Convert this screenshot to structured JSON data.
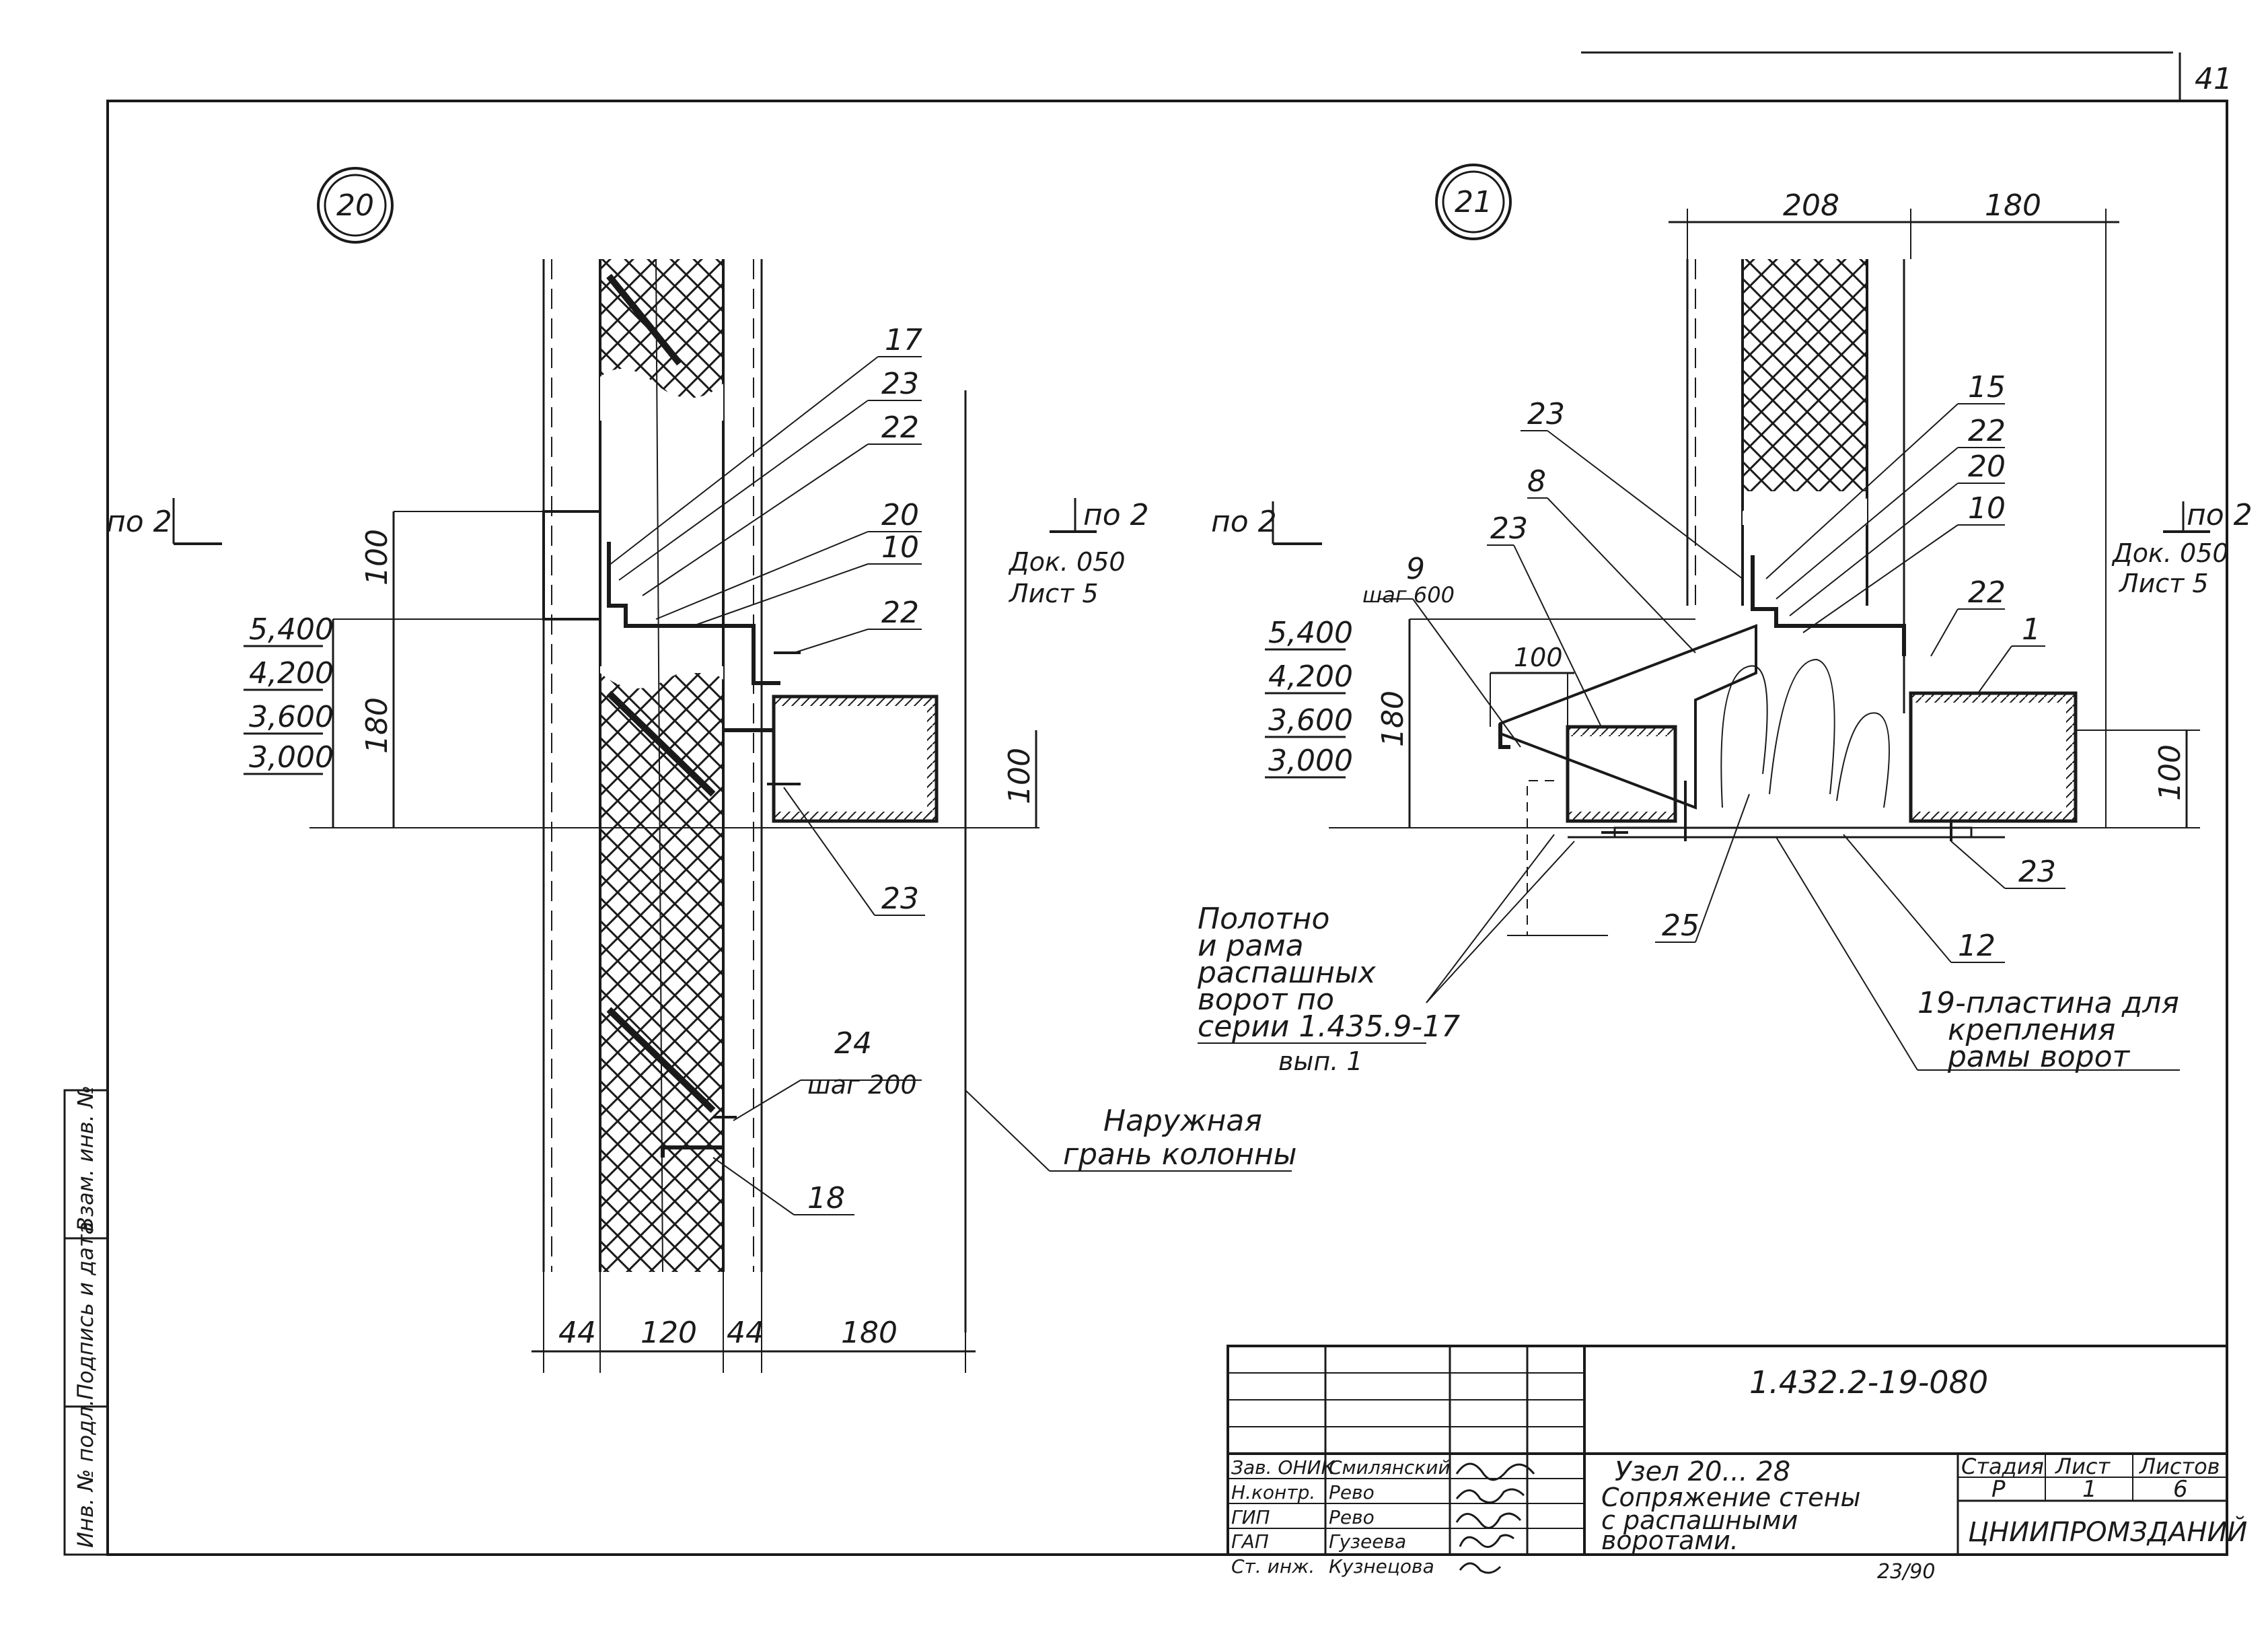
{
  "sheet": {
    "page_number": "41",
    "designation": "1.432.2-19-080",
    "title_lines": [
      "Узел 20... 28",
      "Сопряжение стены",
      "с распашными",
      "воротами."
    ],
    "stage_header": "Стадия",
    "sheet_header": "Лист",
    "sheets_header": "Листов",
    "stage": "Р",
    "sheet_no": "1",
    "sheets_total": "6",
    "organization": "ЦНИИПРОМЗДАНИЙ",
    "stamp_bottom": "23/90",
    "side_stamp": [
      "Инв. № подл.",
      "Подпись и дата",
      "Взам. инв. №"
    ]
  },
  "signatures": [
    {
      "role": "Зав. ОНИК",
      "name": "Смилянский"
    },
    {
      "role": "Н.контр.",
      "name": "Рево"
    },
    {
      "role": "ГИП",
      "name": "Рево"
    },
    {
      "role": "ГАП",
      "name": "Гузеева"
    },
    {
      "role": "Ст. инж.",
      "name": "Кузнецова"
    }
  ],
  "node20": {
    "badge": "20",
    "section_left": "по 2",
    "section_right": "по 2",
    "ref_doc": "Док. 050",
    "ref_sheet": "Лист 5",
    "elevations": [
      "5,400",
      "4,200",
      "3,600",
      "3,000"
    ],
    "dim_100": "100",
    "dim_180": "180",
    "dim_100_right": "100",
    "dims_bottom": [
      "44",
      "120",
      "44",
      "180"
    ],
    "callouts": [
      "17",
      "23",
      "22",
      "20",
      "10",
      "22",
      "23",
      "18"
    ],
    "callout_24": "24",
    "step_24": "шаг 200",
    "outer_face": [
      "Наружная",
      "грань колонны"
    ]
  },
  "node21": {
    "badge": "21",
    "section_left": "по 2",
    "section_right": "по 2",
    "ref_doc": "Док. 050",
    "ref_sheet": "Лист 5",
    "elevations": [
      "5,400",
      "4,200",
      "3,600",
      "3,000"
    ],
    "dims_top": [
      "208",
      "180"
    ],
    "dim_180": "180",
    "dim_100_top": "100",
    "dim_100_right": "100",
    "callouts": [
      "23",
      "8",
      "23",
      "15",
      "22",
      "20",
      "10",
      "22",
      "1",
      "23",
      "12",
      "25"
    ],
    "callout_9": "9",
    "step_9": "шаг 600",
    "gate_note": [
      "Полотно",
      "и рама",
      "распашных",
      "ворот по",
      "серии 1.435.9-17",
      "вып. 1"
    ],
    "plate_note": [
      "19-пластина для",
      "крепления",
      "рамы ворот"
    ]
  }
}
